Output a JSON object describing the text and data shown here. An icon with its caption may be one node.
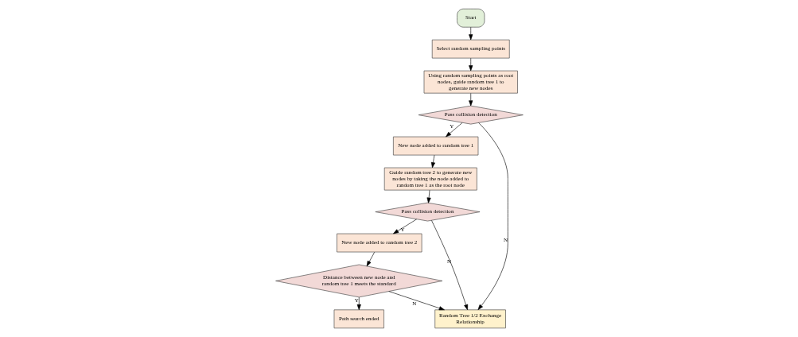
{
  "diagram": {
    "nodes": [
      {
        "text": [
          "Start"
        ]
      },
      {
        "text": [
          "Select random sampling points"
        ]
      },
      {
        "text": [
          "Using random sampling points as root nodes, guide random tree 1 to generate new nodes"
        ]
      },
      {
        "text": [
          "Pass collision detection"
        ]
      },
      {
        "text": [
          "New node added to random tree 1"
        ]
      },
      {
        "text": [
          "Guide random tree 2 to generate new nodes by taking the node added to random tree 1 as the root node"
        ]
      },
      {
        "text": [
          "Pass collision detection"
        ]
      },
      {
        "text": [
          "New node added to random tree 2"
        ]
      },
      {
        "text": [
          "Random Tree 1/2 Exchange Relationship"
        ]
      },
      {
        "text": [
          "Distance between new node and random tree 1 meets the standard"
        ]
      },
      {
        "text": [
          "Path search ended"
        ]
      }
    ],
    "edges": [
      {
        "from": 0,
        "to": 1,
        "arrow": "to"
      },
      {
        "from": 1,
        "to": 2,
        "arrow": "to"
      },
      {
        "from": 2,
        "to": 3,
        "arrow": "to"
      },
      {
        "from": 3,
        "to": 4,
        "arrow": "to",
        "label": "Y"
      },
      {
        "from": 3,
        "to": 8,
        "arrow": "to",
        "label": "N"
      },
      {
        "from": 4,
        "to": 5,
        "arrow": "to"
      },
      {
        "from": 5,
        "to": 6,
        "arrow": "to"
      },
      {
        "from": 6,
        "to": 7,
        "arrow": "to",
        "label": "Y"
      },
      {
        "from": 6,
        "to": 8,
        "arrow": "to",
        "label": "N"
      },
      {
        "from": 7,
        "to": 9,
        "arrow": "to"
      },
      {
        "from": 9,
        "to": 10,
        "arrow": "to",
        "label": "Y"
      },
      {
        "from": 9,
        "to": 8,
        "arrow": "to",
        "label": "N"
      }
    ]
  }
}
